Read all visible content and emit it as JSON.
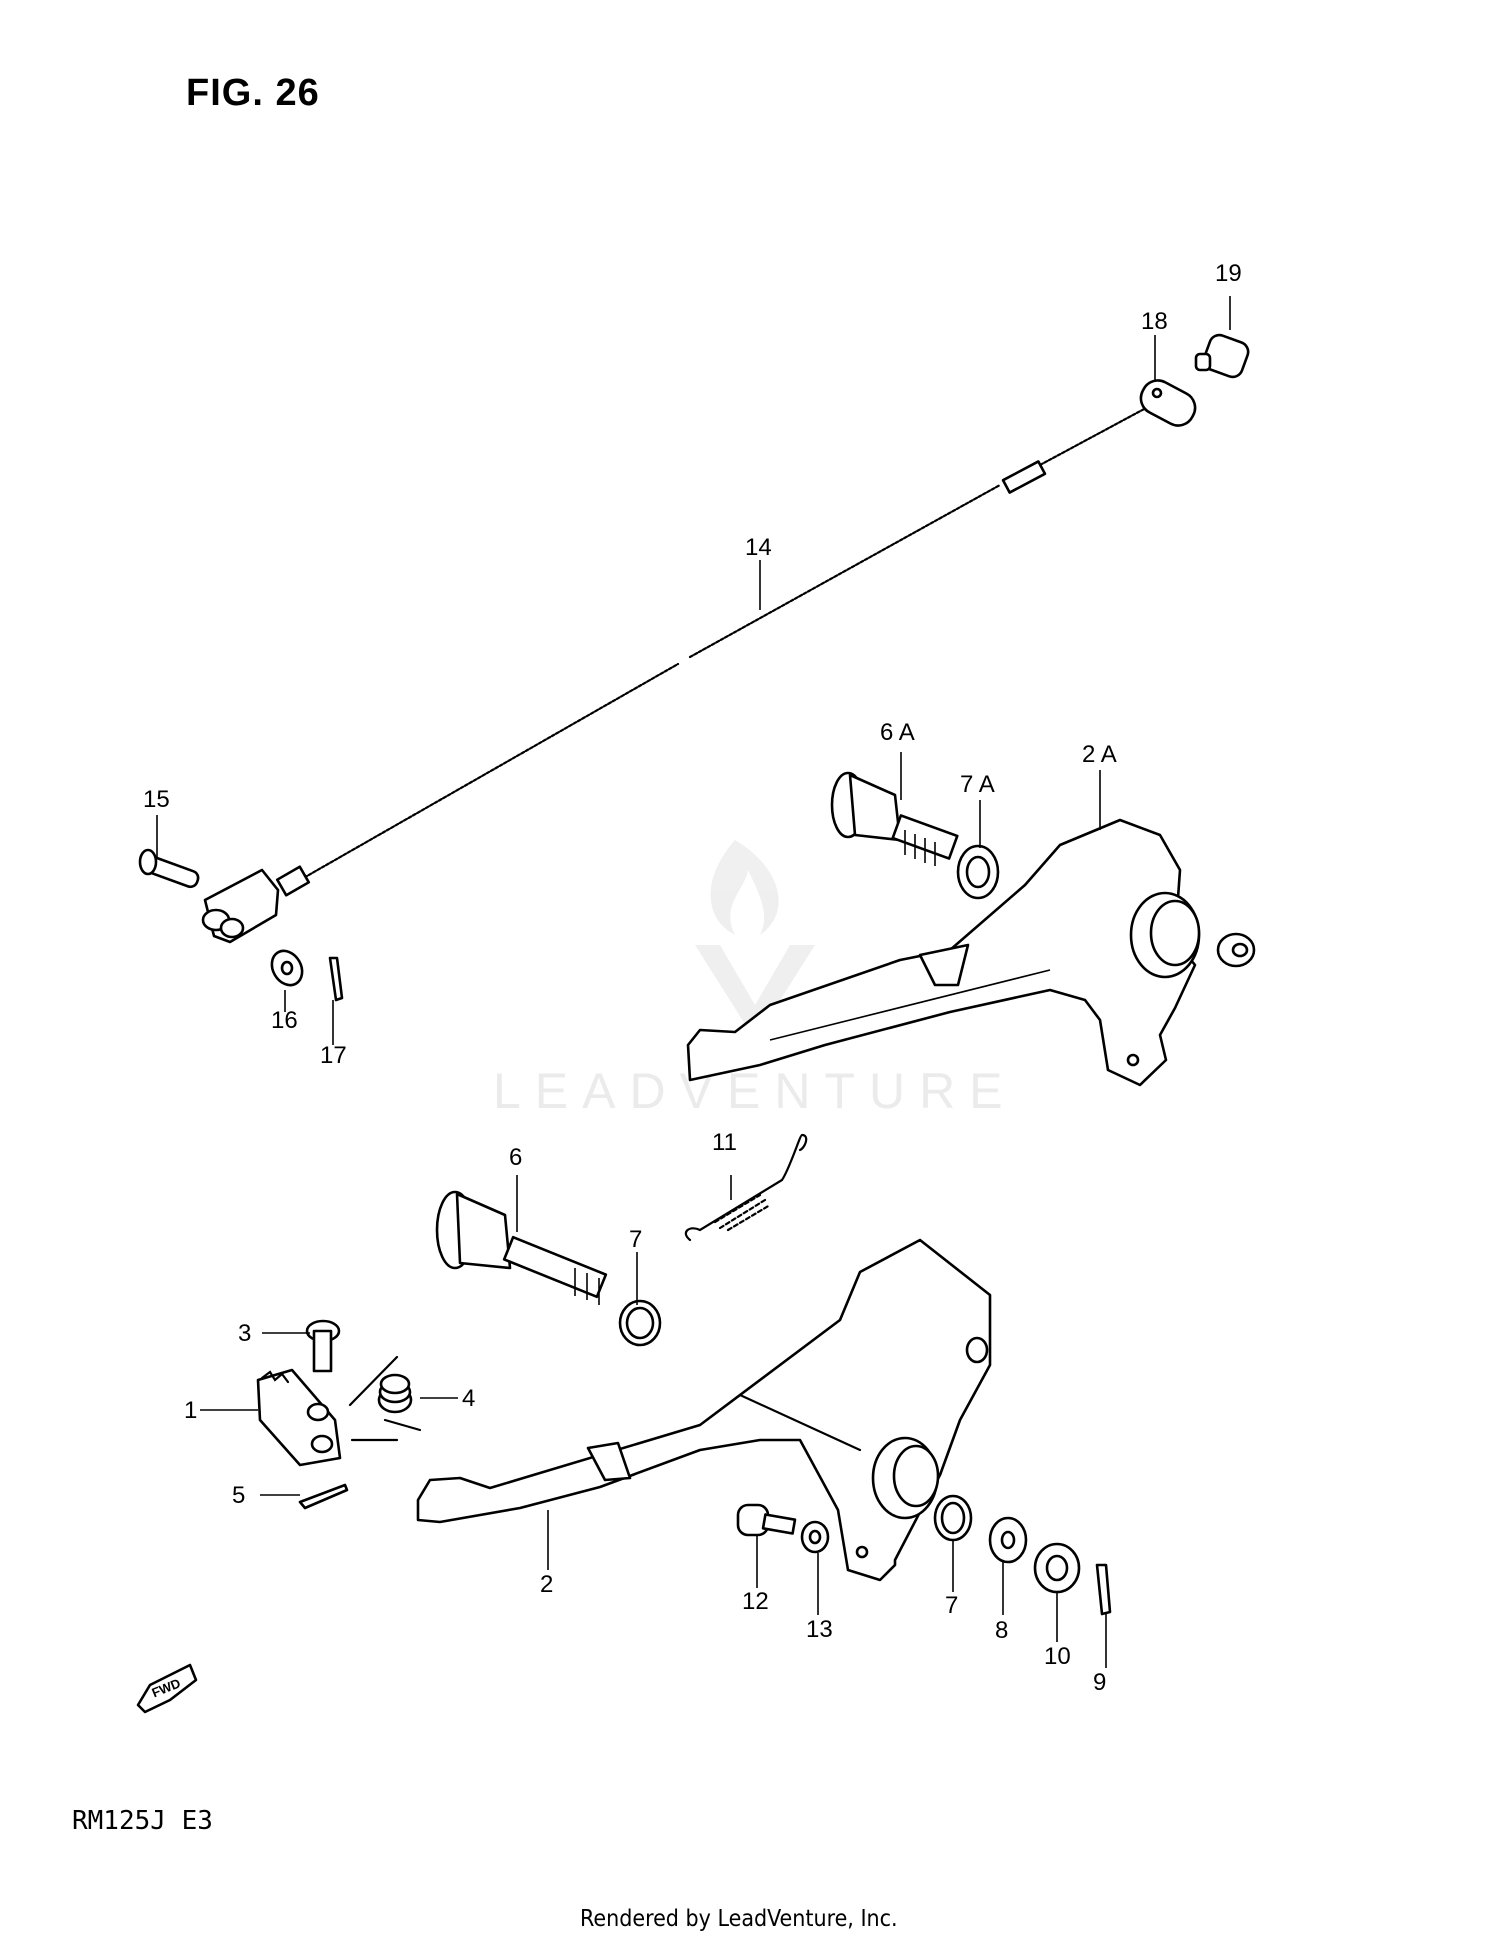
{
  "figure": {
    "title": "FIG. 26",
    "model_code": "RM125J  E3",
    "footer": "Rendered by LeadVenture, Inc.",
    "watermark": "LEADVENTURE",
    "fwd_label": "FWD"
  },
  "callouts": {
    "c1": "1",
    "c2": "2",
    "c2a": "2 A",
    "c3": "3",
    "c4": "4",
    "c5": "5",
    "c6": "6",
    "c6a": "6 A",
    "c7": "7",
    "c7b": "7",
    "c7a": "7 A",
    "c8": "8",
    "c9": "9",
    "c10": "10",
    "c11": "11",
    "c12": "12",
    "c13": "13",
    "c14": "14",
    "c15": "15",
    "c16": "16",
    "c17": "17",
    "c18": "18",
    "c19": "19"
  },
  "colors": {
    "ink": "#000000",
    "watermark": "#e9e9e9",
    "background": "#ffffff"
  }
}
